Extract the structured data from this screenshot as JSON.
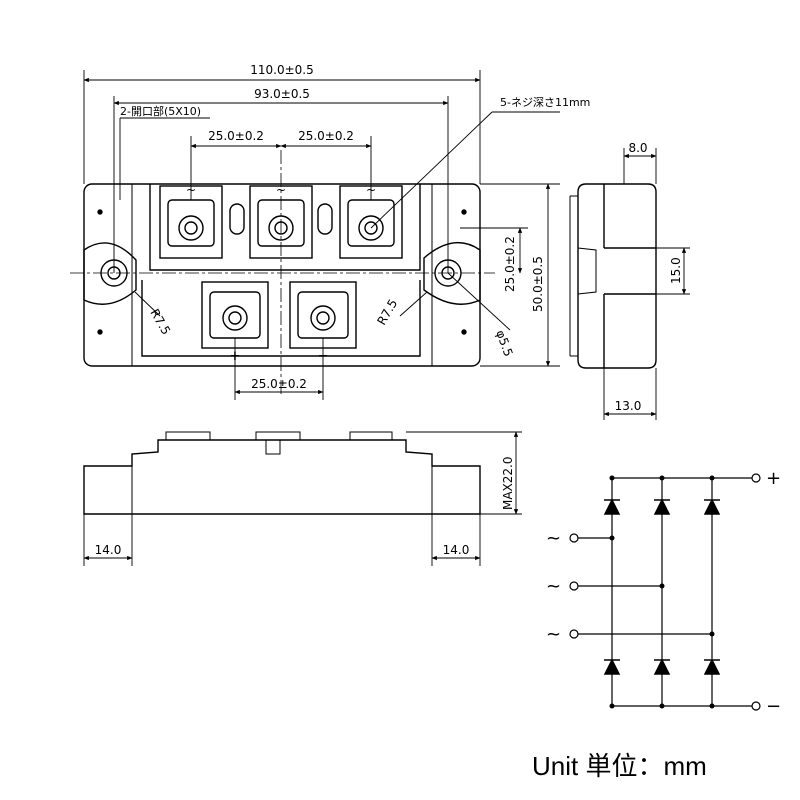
{
  "top_view": {
    "overall_width": "110.0±0.5",
    "hole_spacing": "93.0±0.5",
    "slot_note": "2-開口部(5X10)",
    "screw_note": "5-ネジ深さ11mm",
    "pitch_top_left": "25.0±0.2",
    "pitch_top_right": "25.0±0.2",
    "pitch_bottom": "25.0±0.2",
    "radius_left": "R7.5",
    "radius_right": "R7.5",
    "hole_diameter": "φ5.5",
    "vertical_offset": "25.0±0.2",
    "overall_height": "50.0±0.5",
    "ac_mark": "~",
    "plus_mark": "+",
    "minus_mark": "−"
  },
  "side_view": {
    "top_width": "8.0",
    "gap": "15.0",
    "depth": "13.0"
  },
  "front_view": {
    "max_height": "MAX22.0",
    "left_flange": "14.0",
    "right_flange": "14.0"
  },
  "schematic": {
    "ac_terminals": [
      "~",
      "~",
      "~"
    ],
    "dc_plus": "+",
    "dc_minus": "−"
  },
  "unit_label": "Unit 単位：mm"
}
